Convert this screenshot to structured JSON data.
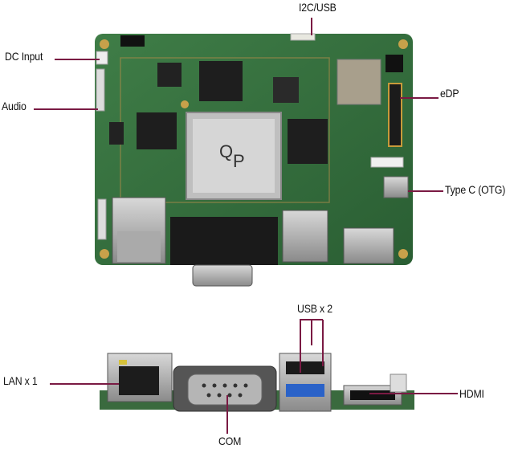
{
  "labels": {
    "i2c_usb": "I2C/USB",
    "dc_input": "DC Input",
    "audio": "Audio",
    "edp": "eDP",
    "type_c": "Type C (OTG)",
    "usb_x2": "USB x 2",
    "lan_x1": "LAN x 1",
    "hdmi": "HDMI",
    "com": "COM"
  },
  "board": {
    "pcb_color": "#2f6b3a",
    "leader_color": "#7a1a43"
  }
}
